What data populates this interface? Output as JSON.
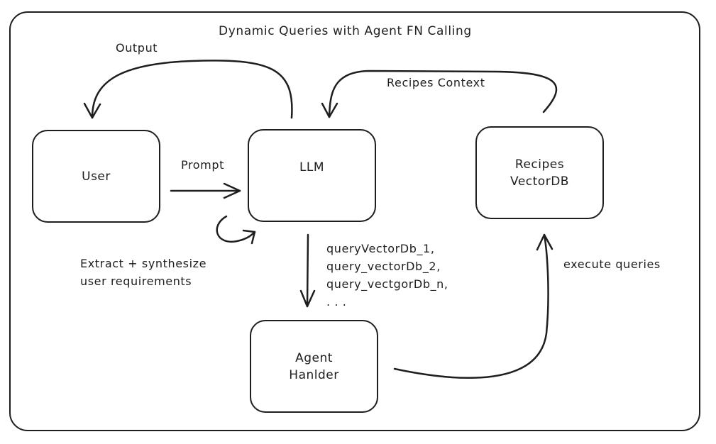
{
  "diagram": {
    "title": "Dynamic Queries with Agent FN Calling",
    "nodes": {
      "user": "User",
      "llm": "LLM",
      "recipes_db": "Recipes\nVectorDB",
      "agent_handler": "Agent\nHanlder"
    },
    "edges": {
      "output": "Output",
      "prompt": "Prompt",
      "recipes_context": "Recipes Context",
      "extract": "Extract + synthesize\nuser requirements",
      "function_calls": "queryVectorDb_1,\nquery_vectorDb_2,\nquery_vectgorDb_n,\n. . .",
      "execute": "execute queries"
    }
  }
}
